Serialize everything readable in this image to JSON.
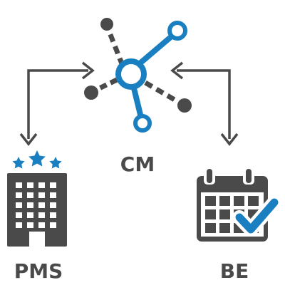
{
  "colors": {
    "dark": "#4a4a4a",
    "accent": "#1a7fc1",
    "white": "#ffffff"
  },
  "nodes": {
    "cm": {
      "label": "CM",
      "icon": "network-hub-icon"
    },
    "pms": {
      "label": "PMS",
      "icon": "hotel-building-icon",
      "rating_stars": 3
    },
    "be": {
      "label": "BE",
      "icon": "calendar-check-icon"
    }
  },
  "connections": [
    {
      "from": "pms",
      "to": "cm",
      "direction": "bidirectional"
    },
    {
      "from": "be",
      "to": "cm",
      "direction": "bidirectional"
    }
  ]
}
